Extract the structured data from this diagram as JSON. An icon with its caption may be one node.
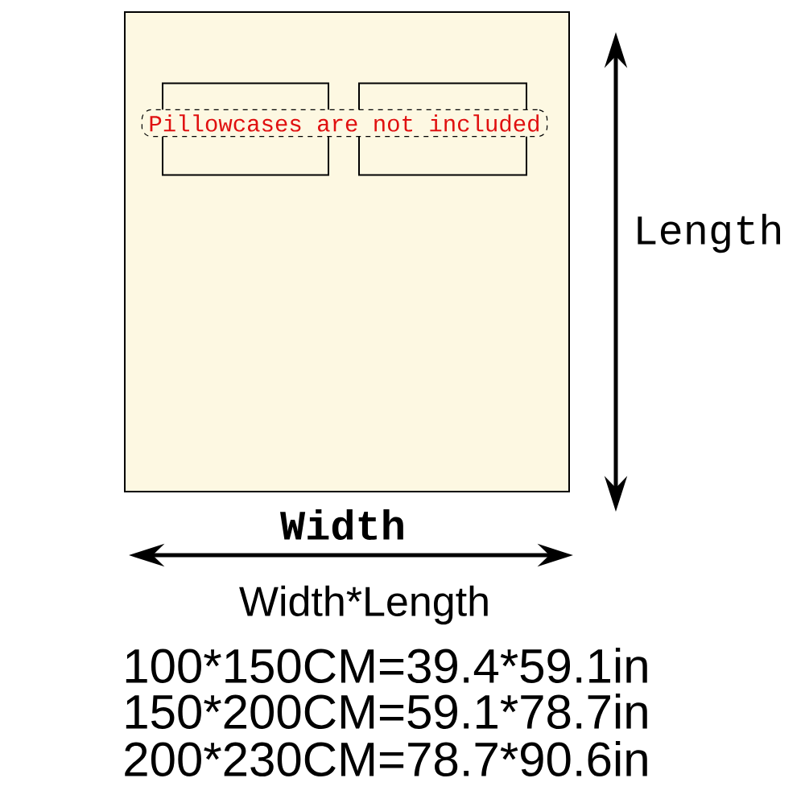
{
  "diagram": {
    "nodes": [
      {
        "text": [],
        "shape": "box"
      },
      {
        "text": [],
        "shape": "box",
        "in": 0
      },
      {
        "text": [],
        "shape": "box",
        "in": 0
      },
      {
        "text": [
          "Pillowcases are not included"
        ],
        "in": 0
      }
    ],
    "labels": [
      "Length",
      "Width",
      "Width*Length",
      "100*150CM=39.4*59.1in",
      "150*200CM=59.1*78.7in",
      "200*230CM=78.7*90.6in"
    ]
  }
}
